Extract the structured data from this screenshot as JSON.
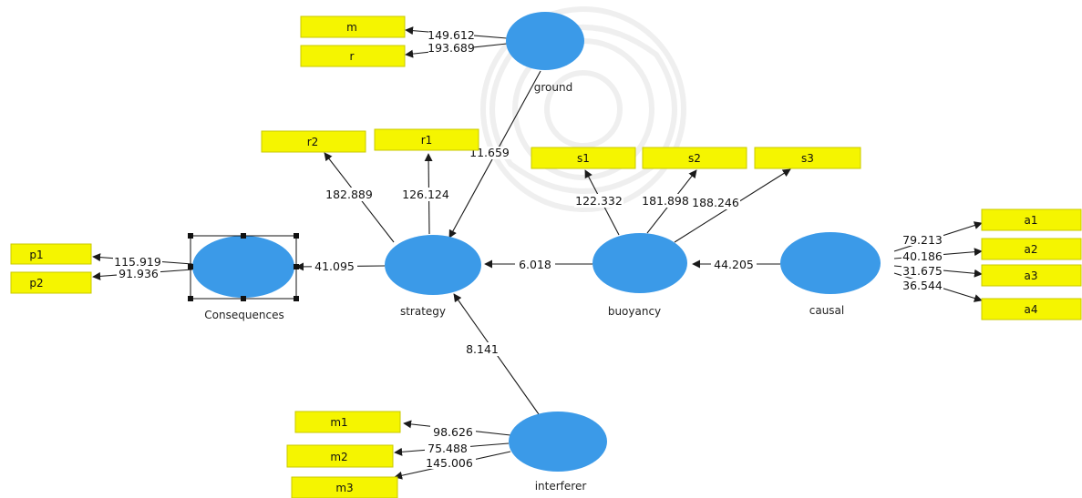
{
  "diagram": {
    "constructs": {
      "ground": {
        "label": "ground"
      },
      "strategy": {
        "label": "strategy"
      },
      "consequences": {
        "label": "Consequences"
      },
      "buoyancy": {
        "label": "buoyancy"
      },
      "causal": {
        "label": "causal"
      },
      "interferer": {
        "label": "interferer"
      }
    },
    "indicators": {
      "m": "m",
      "r": "r",
      "r2": "r2",
      "r1": "r1",
      "s1": "s1",
      "s2": "s2",
      "s3": "s3",
      "a1": "a1",
      "a2": "a2",
      "a3": "a3",
      "a4": "a4",
      "p1": "p1",
      "p2": "p2",
      "m1": "m1",
      "m2": "m2",
      "m3": "m3"
    },
    "path_labels": {
      "ground_m": "149.612",
      "ground_r": "193.689",
      "ground_strategy": "11.659",
      "strategy_r2": "182.889",
      "strategy_r1": "126.124",
      "buoyancy_s1": "122.332",
      "buoyancy_s2": "181.898",
      "buoyancy_s3": "188.246",
      "causal_a1": "79.213",
      "causal_a2": "40.186",
      "causal_a3": "31.675",
      "causal_a4": "36.544",
      "consequences_p1": "115.919",
      "consequences_p2": "91.936",
      "strategy_consequences": "41.095",
      "buoyancy_strategy": "6.018",
      "causal_buoyancy": "44.205",
      "interferer_strategy": "8.141",
      "interferer_m1": "98.626",
      "interferer_m2": "75.488",
      "interferer_m3": "145.006"
    },
    "colors": {
      "construct_fill": "#3b9ae8",
      "indicator_fill": "#f5f500",
      "indicator_border": "#c9c900",
      "line": "#1a1a1a"
    }
  }
}
